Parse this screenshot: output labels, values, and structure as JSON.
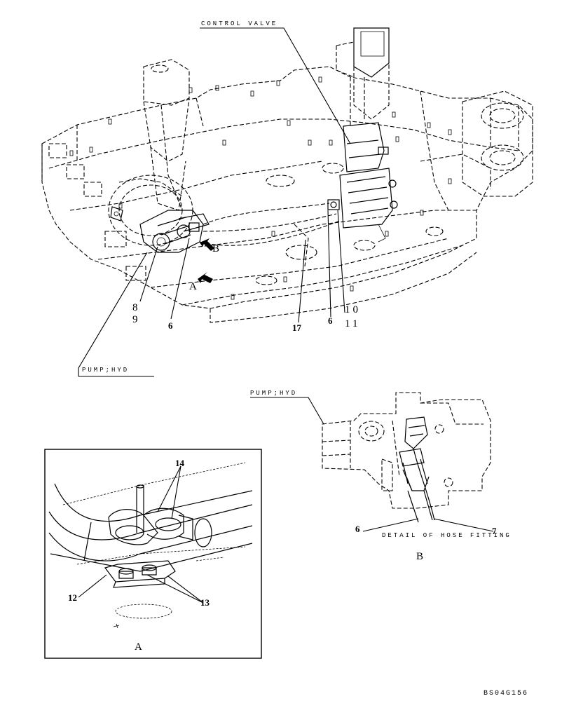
{
  "labels": {
    "control_valve": "CONTROL VALVE",
    "pump_hyd_main": "PUMP;HYD",
    "pump_hyd_detail": "PUMP;HYD",
    "detail_caption": "DETAIL OF HOSE FITTING",
    "view_a": "A",
    "view_b": "B",
    "arrow_a": "A",
    "arrow_b": "B",
    "drawing_code": "BS04G156"
  },
  "callouts": {
    "c8": "8",
    "c9": "9",
    "c6_left": "6",
    "c17": "17",
    "c6_mid": "6",
    "c10": "10",
    "c11": "11",
    "c14": "14",
    "c12": "12",
    "c13": "13",
    "c6_detail": "6",
    "c7": "7"
  }
}
